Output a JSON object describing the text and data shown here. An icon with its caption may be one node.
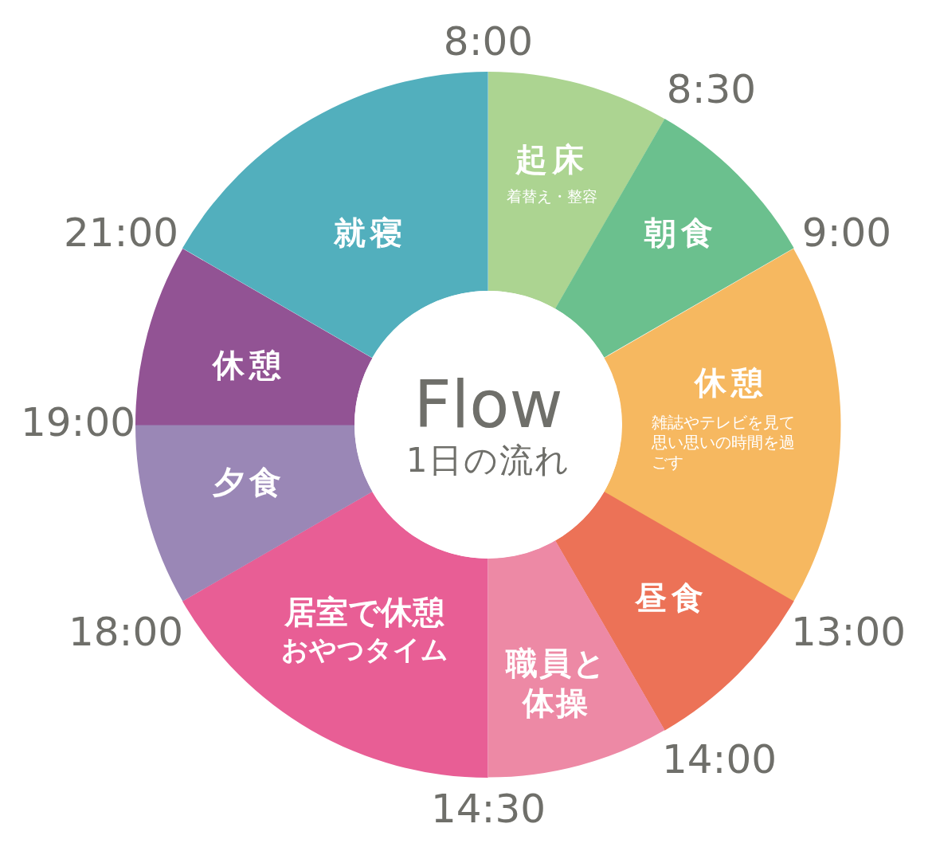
{
  "diagram": {
    "nodes": [
      {
        "text": [
          "Flow",
          "1日の流れ"
        ]
      },
      {
        "text": [
          "起床",
          "着替え・整容"
        ]
      },
      {
        "text": [
          "朝食"
        ]
      },
      {
        "text": [
          "休憩",
          "雑誌やテレビを見て思い思いの時間を過ごす"
        ]
      },
      {
        "text": [
          "昼食"
        ]
      },
      {
        "text": [
          "職員と体操"
        ]
      },
      {
        "text": [
          "居室で休憩",
          "おやつタイム"
        ]
      },
      {
        "text": [
          "夕食"
        ]
      },
      {
        "text": [
          "休憩"
        ]
      },
      {
        "text": [
          "就寝"
        ]
      }
    ],
    "labels": [
      "8:00",
      "8:30",
      "9:00",
      "21:00",
      "19:00",
      "13:00",
      "18:00",
      "14:00",
      "14:30"
    ]
  }
}
